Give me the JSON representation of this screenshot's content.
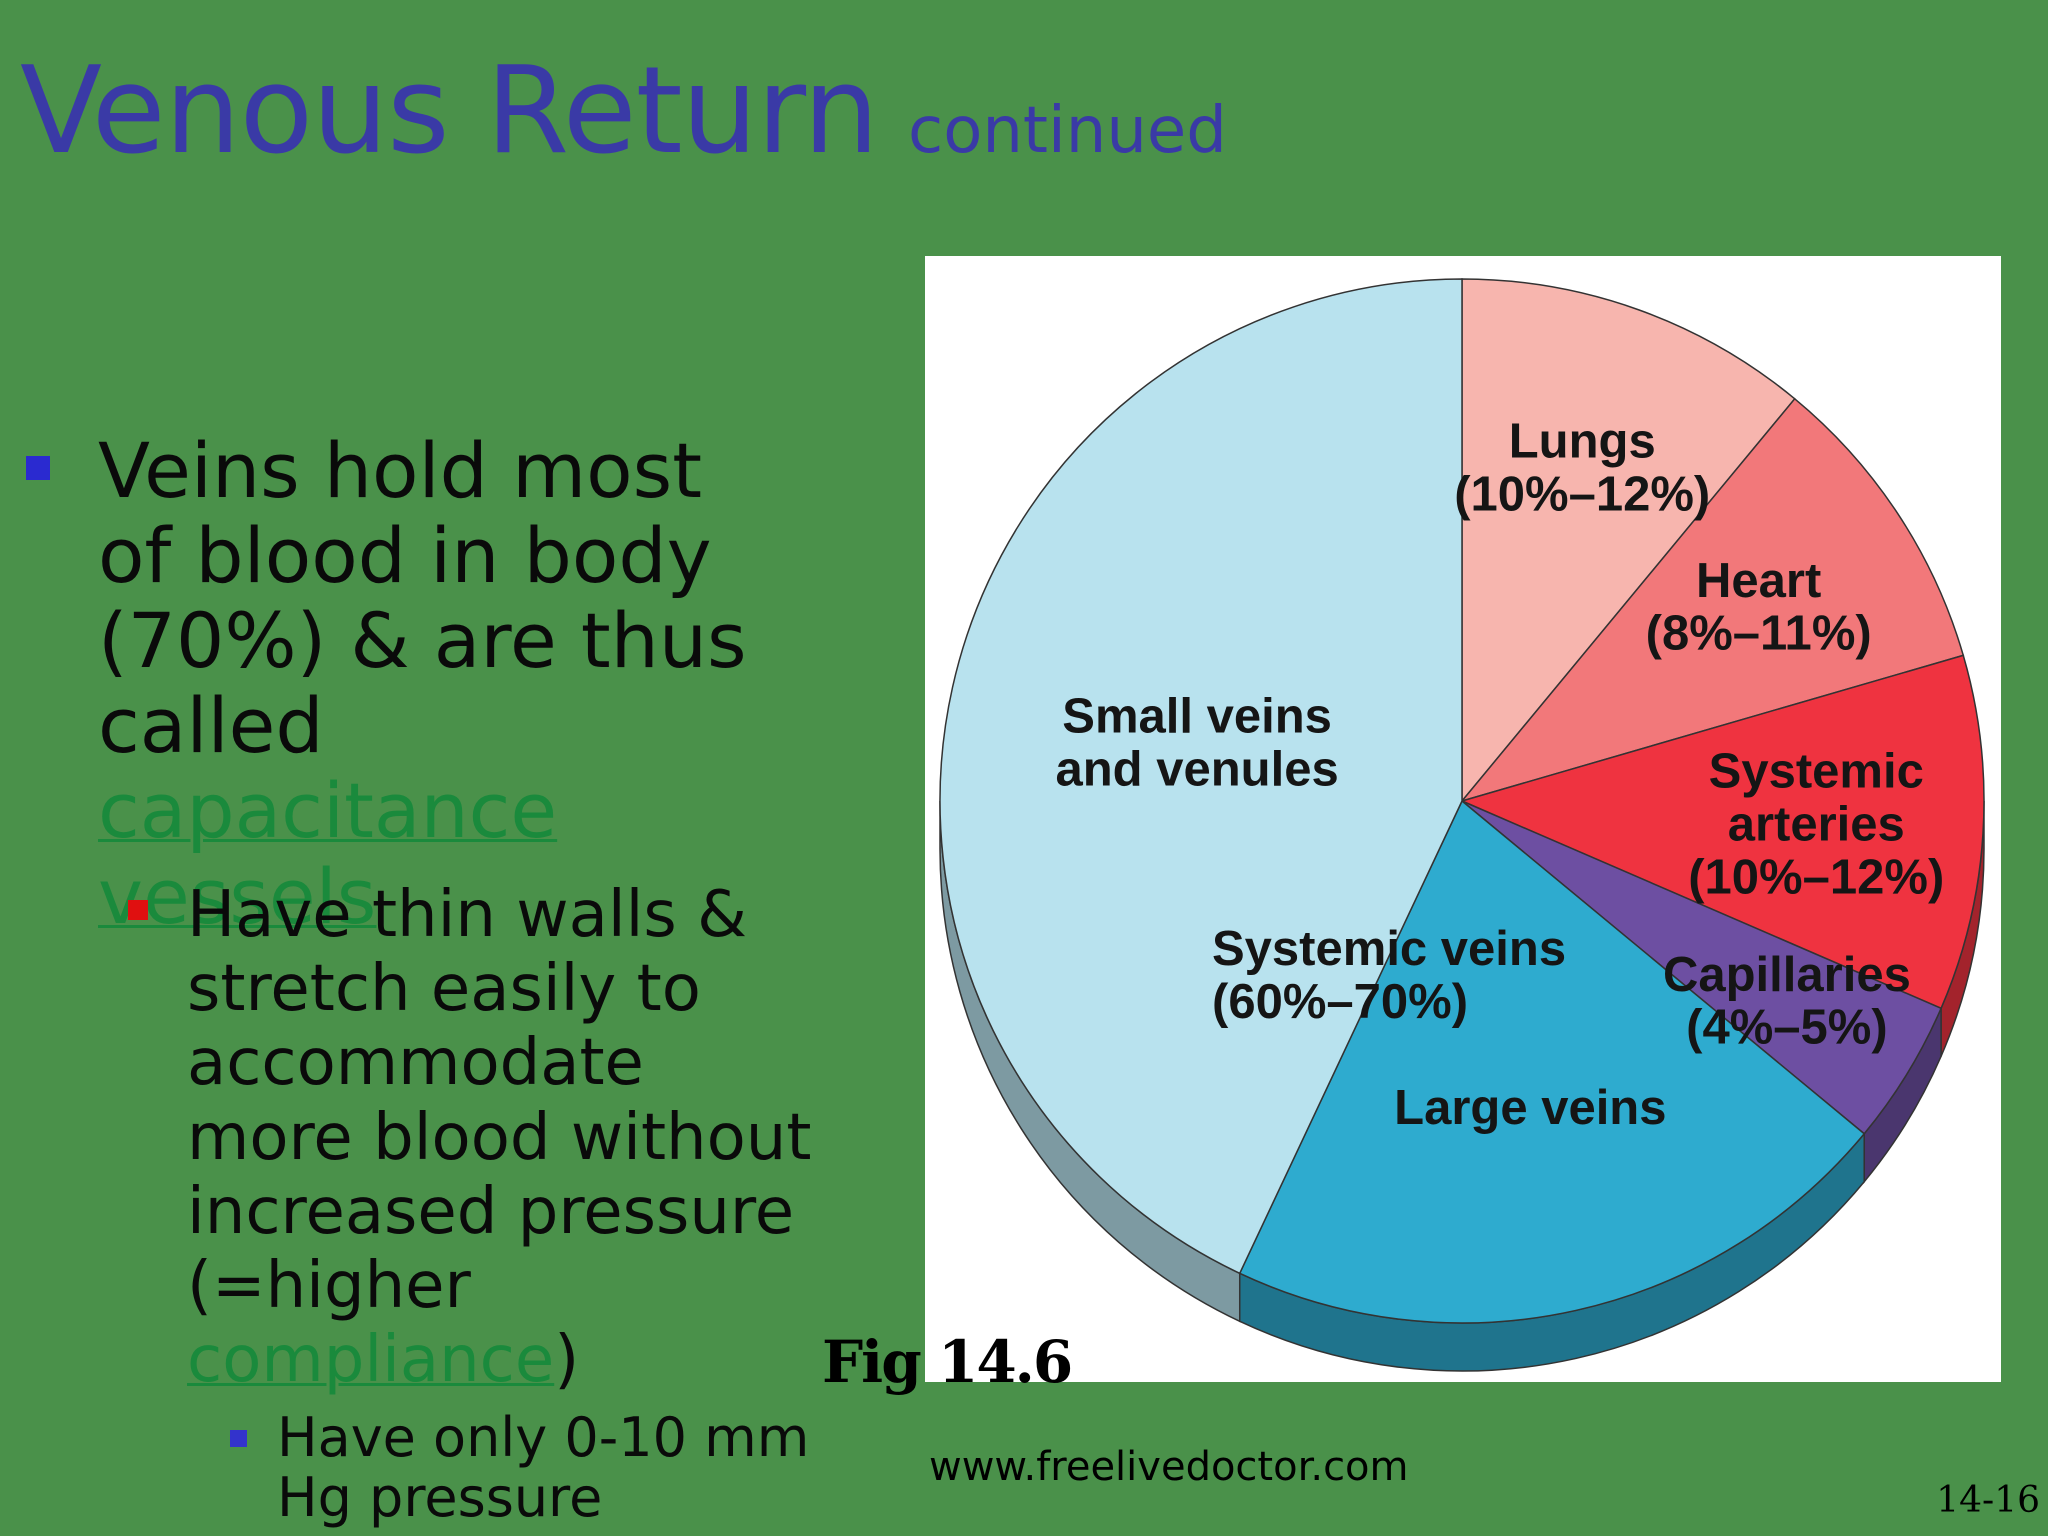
{
  "slide": {
    "title": "Venous Return",
    "title_suffix": "continued",
    "background_color": "#4a914a",
    "title_color": "#3a3aa6"
  },
  "bullets": {
    "level1": {
      "marker_color": "#2a2ad0",
      "text_before": "Veins hold most of blood in body (70%) & are thus called ",
      "link_text": "capacitance vessels"
    },
    "level2": {
      "marker_color": "#e01010",
      "text_before": "Have thin walls & stretch easily to accommodate more blood without increased pressure (=higher ",
      "link_text": "compliance",
      "text_after": ")"
    },
    "level3": {
      "marker_color": "#3333cc",
      "text": "Have only 0-10 mm Hg pressure"
    }
  },
  "figure": {
    "label": "Fig 14.6",
    "source": "www.freelivedoctor.com"
  },
  "page_number": "14-16",
  "chart_data": {
    "type": "pie",
    "title": "",
    "slices": [
      {
        "label": "Lungs (10%–12%)",
        "lines": [
          "Lungs",
          "(10%–12%)"
        ],
        "value": 11,
        "color": "#f7b5ae"
      },
      {
        "label": "Heart (8%–11%)",
        "lines": [
          "Heart",
          "(8%–11%)"
        ],
        "value": 9.5,
        "color": "#f2787a"
      },
      {
        "label": "Systemic arteries (10%–12%)",
        "lines": [
          "Systemic",
          "arteries",
          "(10%–12%)"
        ],
        "value": 11,
        "color": "#ef3340"
      },
      {
        "label": "Capillaries (4%–5%)",
        "lines": [
          "Capillaries",
          "(4%–5%)"
        ],
        "value": 4.5,
        "color": "#6d4fa2"
      },
      {
        "label": "Large veins",
        "lines": [
          "Large veins"
        ],
        "value": 21,
        "color": "#2eabcf"
      },
      {
        "label": "Small veins and venules",
        "lines": [
          "Small veins",
          "and venules"
        ],
        "value": 43,
        "color": "#b8e2ee"
      }
    ],
    "group_label": {
      "lines": [
        "Systemic veins",
        "(60%–70%)"
      ],
      "range": "60%–70%"
    }
  }
}
